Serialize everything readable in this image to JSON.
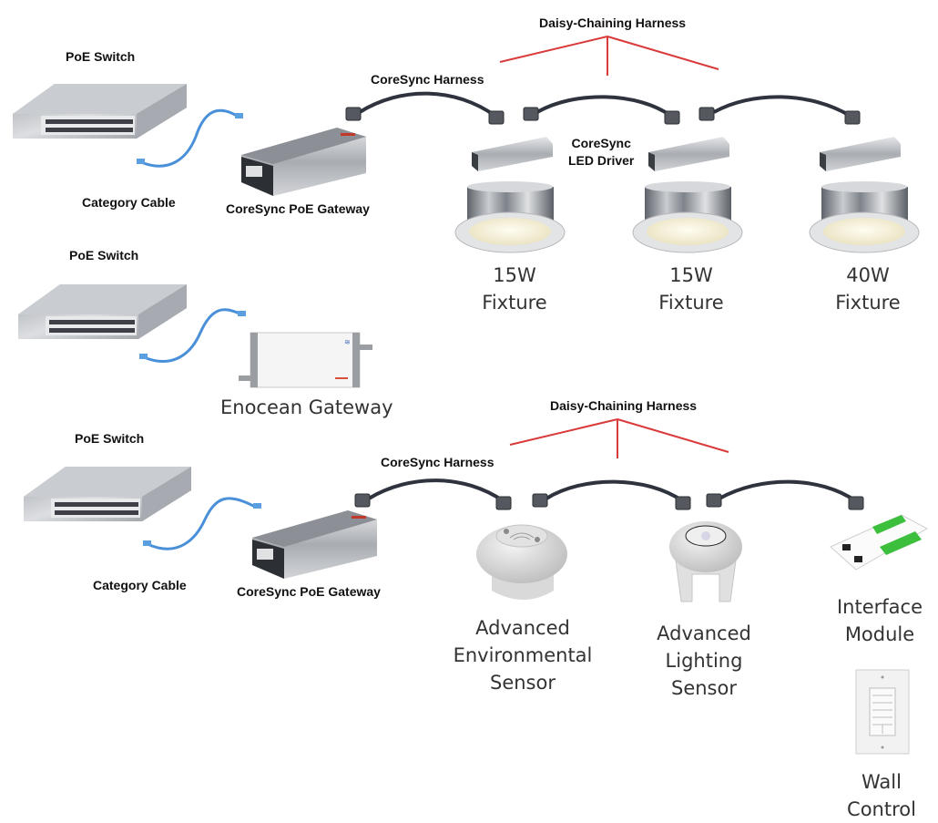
{
  "diagram": {
    "title": "CoreSync PoE lighting system topology",
    "colors": {
      "callout_line": "#d93a3a",
      "harness_cable": "#2e333d",
      "category_cable": "#4a90d9",
      "interface_module_accent": "#3cbf3c",
      "device_silver": "#b9bcc1",
      "fixture_lens": "#f5efd6"
    },
    "rows": [
      {
        "id": "row-fixtures",
        "switch_label": "PoE Switch",
        "cable_label": "Category Cable",
        "gateway_label": "CoreSync PoE Gateway",
        "harness_label": "CoreSync Harness",
        "daisy_label": "Daisy-Chaining Harness",
        "driver_label_line1": "CoreSync",
        "driver_label_line2": "LED Driver",
        "devices": [
          {
            "line1": "15W",
            "line2": "Fixture"
          },
          {
            "line1": "15W",
            "line2": "Fixture"
          },
          {
            "line1": "40W",
            "line2": "Fixture"
          }
        ]
      },
      {
        "id": "row-enocean",
        "switch_label": "PoE Switch",
        "gateway_label": "Enocean Gateway"
      },
      {
        "id": "row-sensors",
        "switch_label": "PoE Switch",
        "cable_label": "Category Cable",
        "gateway_label": "CoreSync PoE Gateway",
        "harness_label": "CoreSync Harness",
        "daisy_label": "Daisy-Chaining Harness",
        "devices": [
          {
            "line1": "Advanced",
            "line2": "Environmental",
            "line3": "Sensor"
          },
          {
            "line1": "Advanced",
            "line2": "Lighting",
            "line3": "Sensor"
          },
          {
            "line1": "Interface",
            "line2": "Module"
          }
        ],
        "wall_control": {
          "line1": "Wall",
          "line2": "Control"
        }
      }
    ]
  }
}
